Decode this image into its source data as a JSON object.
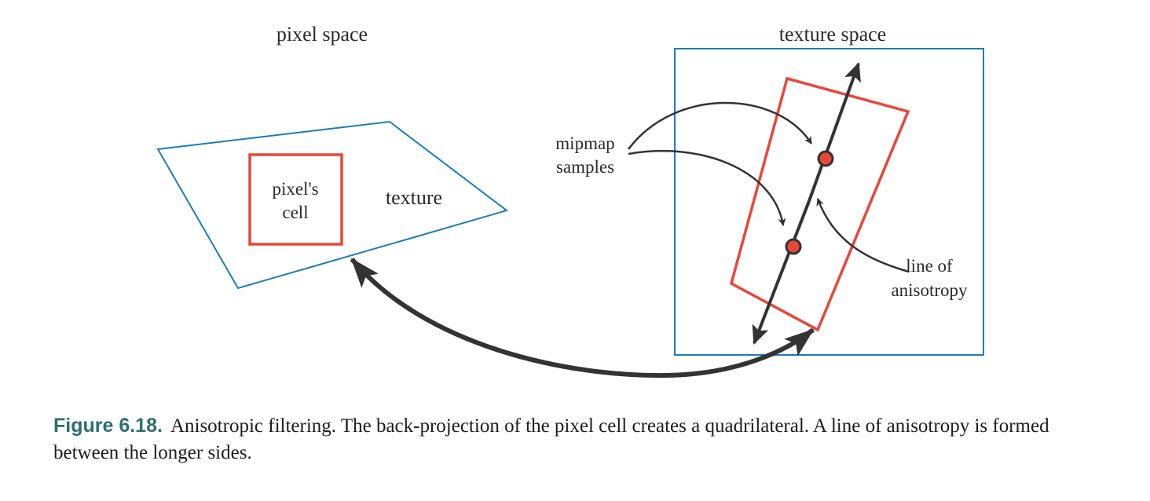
{
  "colors": {
    "outline_blue": "#1a7cb8",
    "highlight_red": "#e8473a",
    "arrow_dark": "#333333",
    "caption_label": "#2e6e6e"
  },
  "diagram": {
    "pixel_space_title": "pixel space",
    "texture_space_title": "texture space",
    "pixel_cell_label_line1": "pixel's",
    "pixel_cell_label_line2": "cell",
    "texture_label": "texture",
    "mipmap_label_line1": "mipmap",
    "mipmap_label_line2": "samples",
    "anisotropy_label_line1": "line of",
    "anisotropy_label_line2": "anisotropy"
  },
  "caption": {
    "label": "Figure 6.18.",
    "text": "Anisotropic filtering. The back-projection of the pixel cell creates a quadrilateral. A line of anisotropy is formed between the longer sides."
  }
}
